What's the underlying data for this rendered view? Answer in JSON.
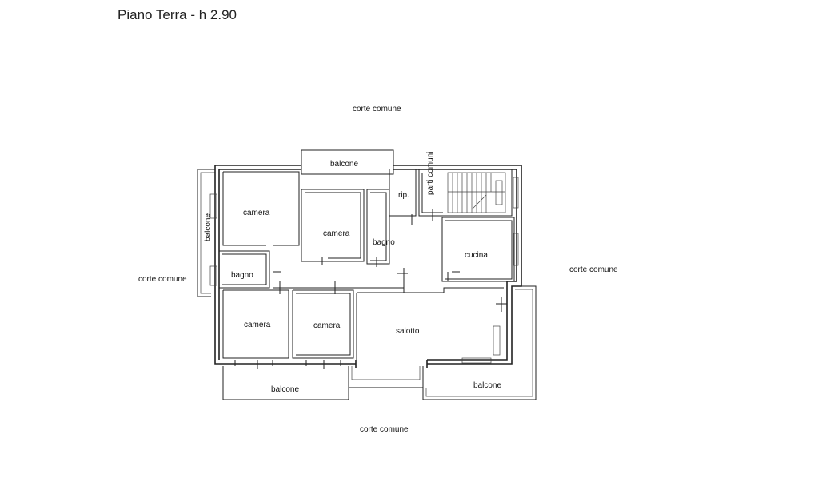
{
  "title": "Piano Terra - h 2.90",
  "labels": {
    "corte_top": "corte comune",
    "corte_left": "corte comune",
    "corte_right": "corte comune",
    "corte_bottom": "corte comune",
    "balcone_top": "balcone",
    "balcone_left": "balcone",
    "balcone_bottom_left": "balcone",
    "balcone_bottom_right": "balcone",
    "camera_nw": "camera",
    "camera_n": "camera",
    "camera_sw": "camera",
    "camera_s": "camera",
    "bagno_w": "bagno",
    "bagno_n": "bagno",
    "ripostiglio": "rip.",
    "parti_comuni": "parti comuni",
    "cucina": "cucina",
    "salotto": "salotto"
  }
}
